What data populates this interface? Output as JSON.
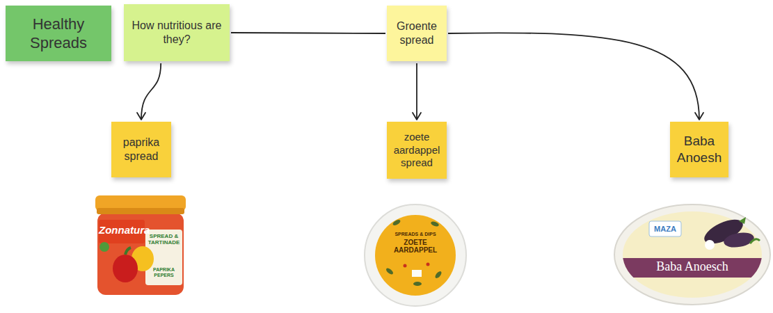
{
  "diagram": {
    "nodes": [
      {
        "text": [
          "Healthy Spreads"
        ]
      },
      {
        "text": [
          "How nutritious are they?"
        ]
      },
      {
        "text": [
          "Groente spread"
        ]
      },
      {
        "text": [
          "paprika spread"
        ]
      },
      {
        "text": [
          "zoete aardappel spread"
        ]
      },
      {
        "text": [
          "Baba Anoesh"
        ]
      }
    ],
    "edges": [
      {
        "from": 1,
        "to": 2,
        "arrow": "none"
      },
      {
        "from": 1,
        "to": 3,
        "arrow": "to"
      },
      {
        "from": 2,
        "to": 4,
        "arrow": "to"
      },
      {
        "from": 2,
        "to": 5,
        "arrow": "to"
      }
    ],
    "labels": [
      "Zonnatura",
      "SPREAD & TARTINADE",
      "PAPRIKA PEPERS",
      "SPREADS & DIPS",
      "ZOETE AARDAPPEL",
      "MAZA",
      "Baba Anoesch"
    ]
  }
}
